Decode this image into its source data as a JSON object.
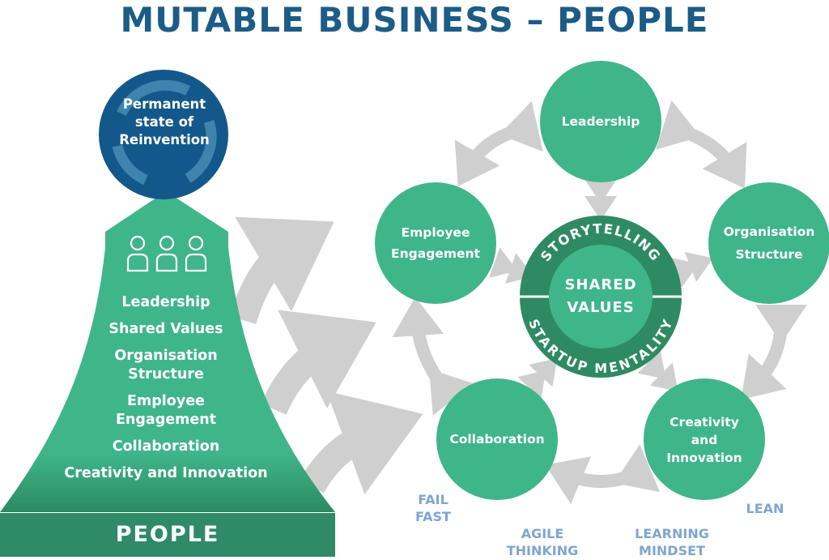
{
  "title": "MUTABLE BUSINESS – PEOPLE",
  "permanent": {
    "label_lines": [
      "Permanent",
      "state of",
      "Reinvention"
    ]
  },
  "pyramid": {
    "items": [
      [
        "Leadership"
      ],
      [
        "Shared Values"
      ],
      [
        "Organisation",
        "Structure"
      ],
      [
        "Employee",
        "Engagement"
      ],
      [
        "Collaboration"
      ],
      [
        "Creativity and Innovation"
      ]
    ],
    "base_label": "PEOPLE"
  },
  "core": {
    "center_lines": [
      "SHARED",
      "VALUES"
    ],
    "ring_top": "STORYTELLING",
    "ring_bottom": "STARTUP MENTALITY"
  },
  "circles": [
    {
      "id": "leadership",
      "lines": [
        "Leadership"
      ]
    },
    {
      "id": "organisation-structure",
      "lines": [
        "Organisation",
        "Structure"
      ]
    },
    {
      "id": "creativity-innovation",
      "lines": [
        "Creativity",
        "and",
        "Innovation"
      ]
    },
    {
      "id": "collaboration",
      "lines": [
        "Collaboration"
      ]
    },
    {
      "id": "employee-engagement",
      "lines": [
        "Employee",
        "Engagement"
      ]
    }
  ],
  "notes": {
    "fail_fast": [
      "FAIL",
      "FAST"
    ],
    "agile_thinking": [
      "AGILE",
      "THINKING"
    ],
    "learning_mindset": [
      "LEARNING",
      "MINDSET"
    ],
    "lean": [
      "LEAN"
    ]
  },
  "colors": {
    "title": "#1c5c86",
    "circle": "#3fb58a",
    "core_ring": "#2e8a62",
    "arrow": "#cfcfcf",
    "note": "#7ea6cf",
    "permanent": "#13588a"
  }
}
